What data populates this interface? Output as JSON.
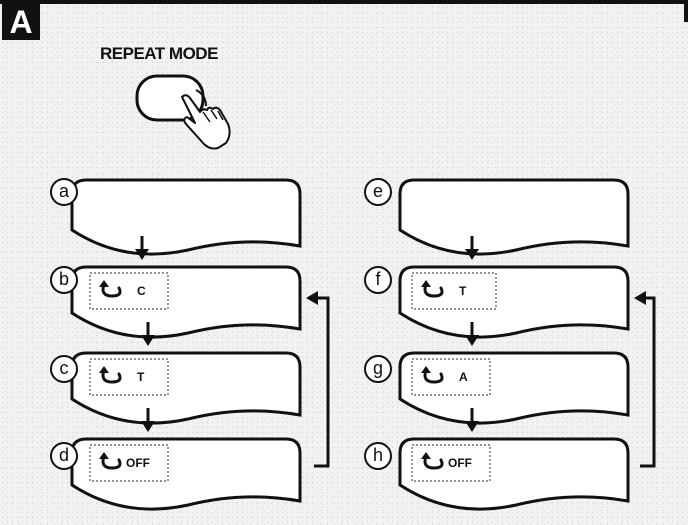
{
  "section": {
    "badge": "A"
  },
  "button": {
    "label": "REPEAT MODE"
  },
  "steps": {
    "a": {
      "label": "a",
      "mode": ""
    },
    "b": {
      "label": "b",
      "mode": "C"
    },
    "c": {
      "label": "c",
      "mode": "T"
    },
    "d": {
      "label": "d",
      "mode": "OFF"
    },
    "e": {
      "label": "e",
      "mode": ""
    },
    "f": {
      "label": "f",
      "mode": "T"
    },
    "g": {
      "label": "g",
      "mode": "A"
    },
    "h": {
      "label": "h",
      "mode": "OFF"
    }
  }
}
